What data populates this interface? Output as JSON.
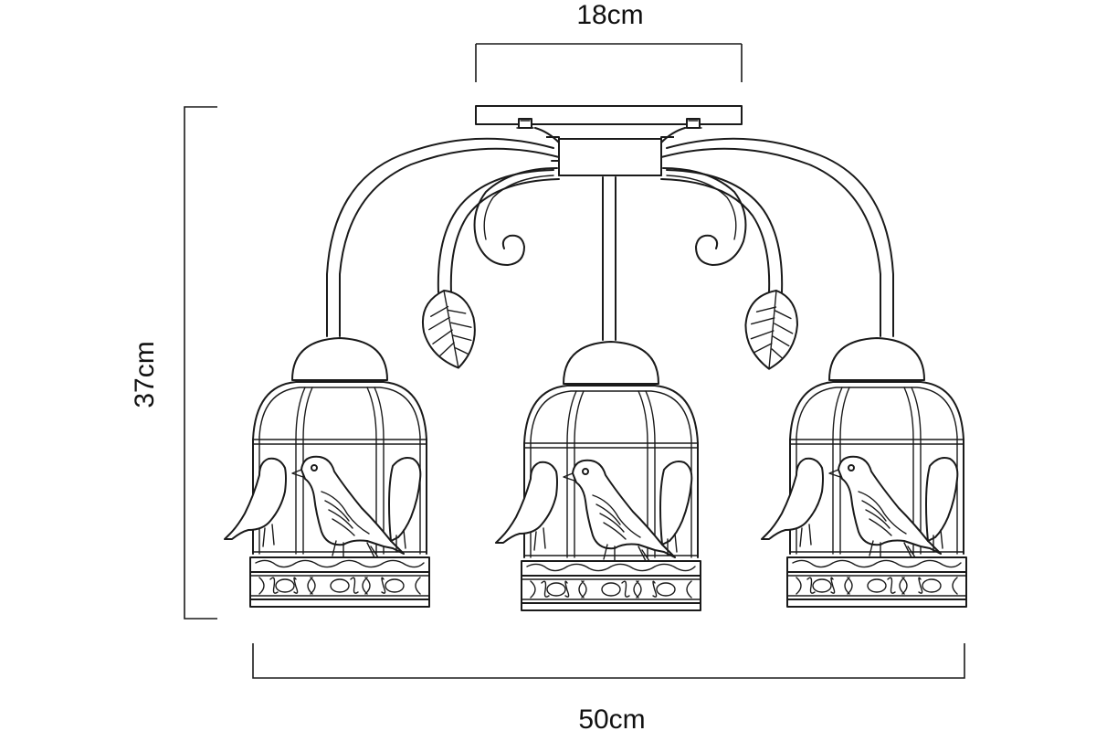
{
  "dimensions": {
    "canopy_width": "18cm",
    "height": "37cm",
    "total_width": "50cm"
  },
  "colors": {
    "line": "#1a1a1a",
    "background": "#ffffff"
  }
}
